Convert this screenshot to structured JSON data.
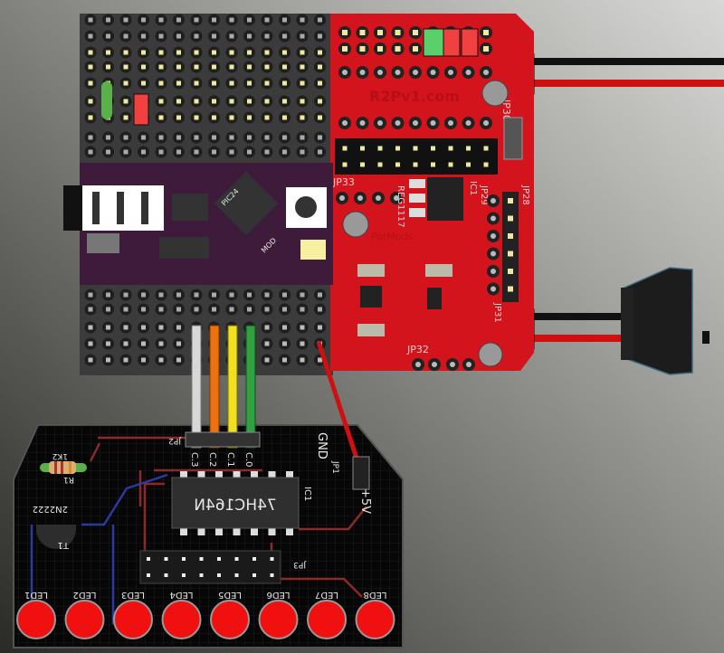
{
  "shield": {
    "website": "R2Pv1.com",
    "labels": {
      "jp30": "JP30",
      "jp33": "JP33",
      "reg": "REG1117",
      "ic1": "IC1",
      "jp29": "JP29",
      "jp28": "JP28",
      "jp31": "JP31",
      "jp32": "JP32",
      "potmods": "PotMods"
    },
    "module": {
      "chip": "PIC24",
      "mod": "MOD"
    }
  },
  "led_board": {
    "chip_label": "74HC164N",
    "ic_ref": "IC1",
    "jp2": "JP2",
    "jp1": "JP1",
    "jp3": "JP3",
    "gnd": "GND",
    "vcc": "+5V",
    "resistor_ref": "R1",
    "resistor_value": "1K2",
    "transistor_part": "2N2222",
    "transistor_ref": "T1",
    "wire_labels": [
      "C.3",
      "C.2",
      "C.1",
      "C.0"
    ],
    "leds": [
      "LED1",
      "LED2",
      "LED3",
      "LED4",
      "LED5",
      "LED6",
      "LED7",
      "LED8"
    ]
  },
  "colors": {
    "shield_red": "#d4141c",
    "proto_gray": "#3b3b3b",
    "module_purple": "#3e1a3b",
    "led_red": "#f01010",
    "wires": [
      "#d8d8d8",
      "#f07010",
      "#f0e020",
      "#30a040"
    ]
  }
}
